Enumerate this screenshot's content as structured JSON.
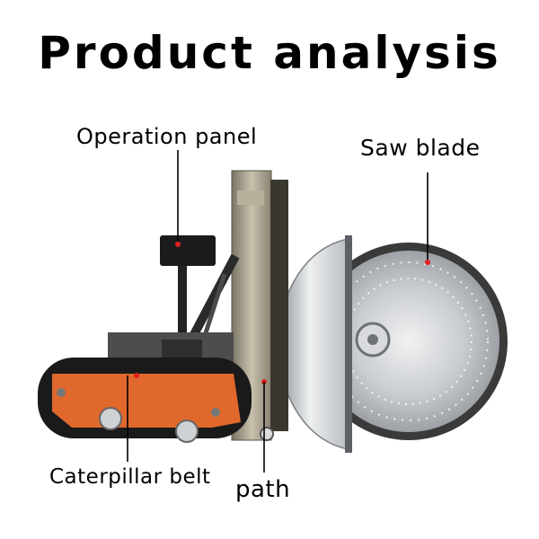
{
  "title": "Product analysis",
  "labels": {
    "operation_panel": "Operation panel",
    "saw_blade": "Saw blade",
    "caterpillar_belt": "Caterpillar belt",
    "path": "path"
  },
  "colors": {
    "track_orange": "#e0682c",
    "track_black": "#1a1a1a",
    "blade_silver": "#c9ccd0",
    "guard_silver": "#dfe1e3",
    "column_metal": "#a39b88",
    "marker_red": "#e02020"
  }
}
